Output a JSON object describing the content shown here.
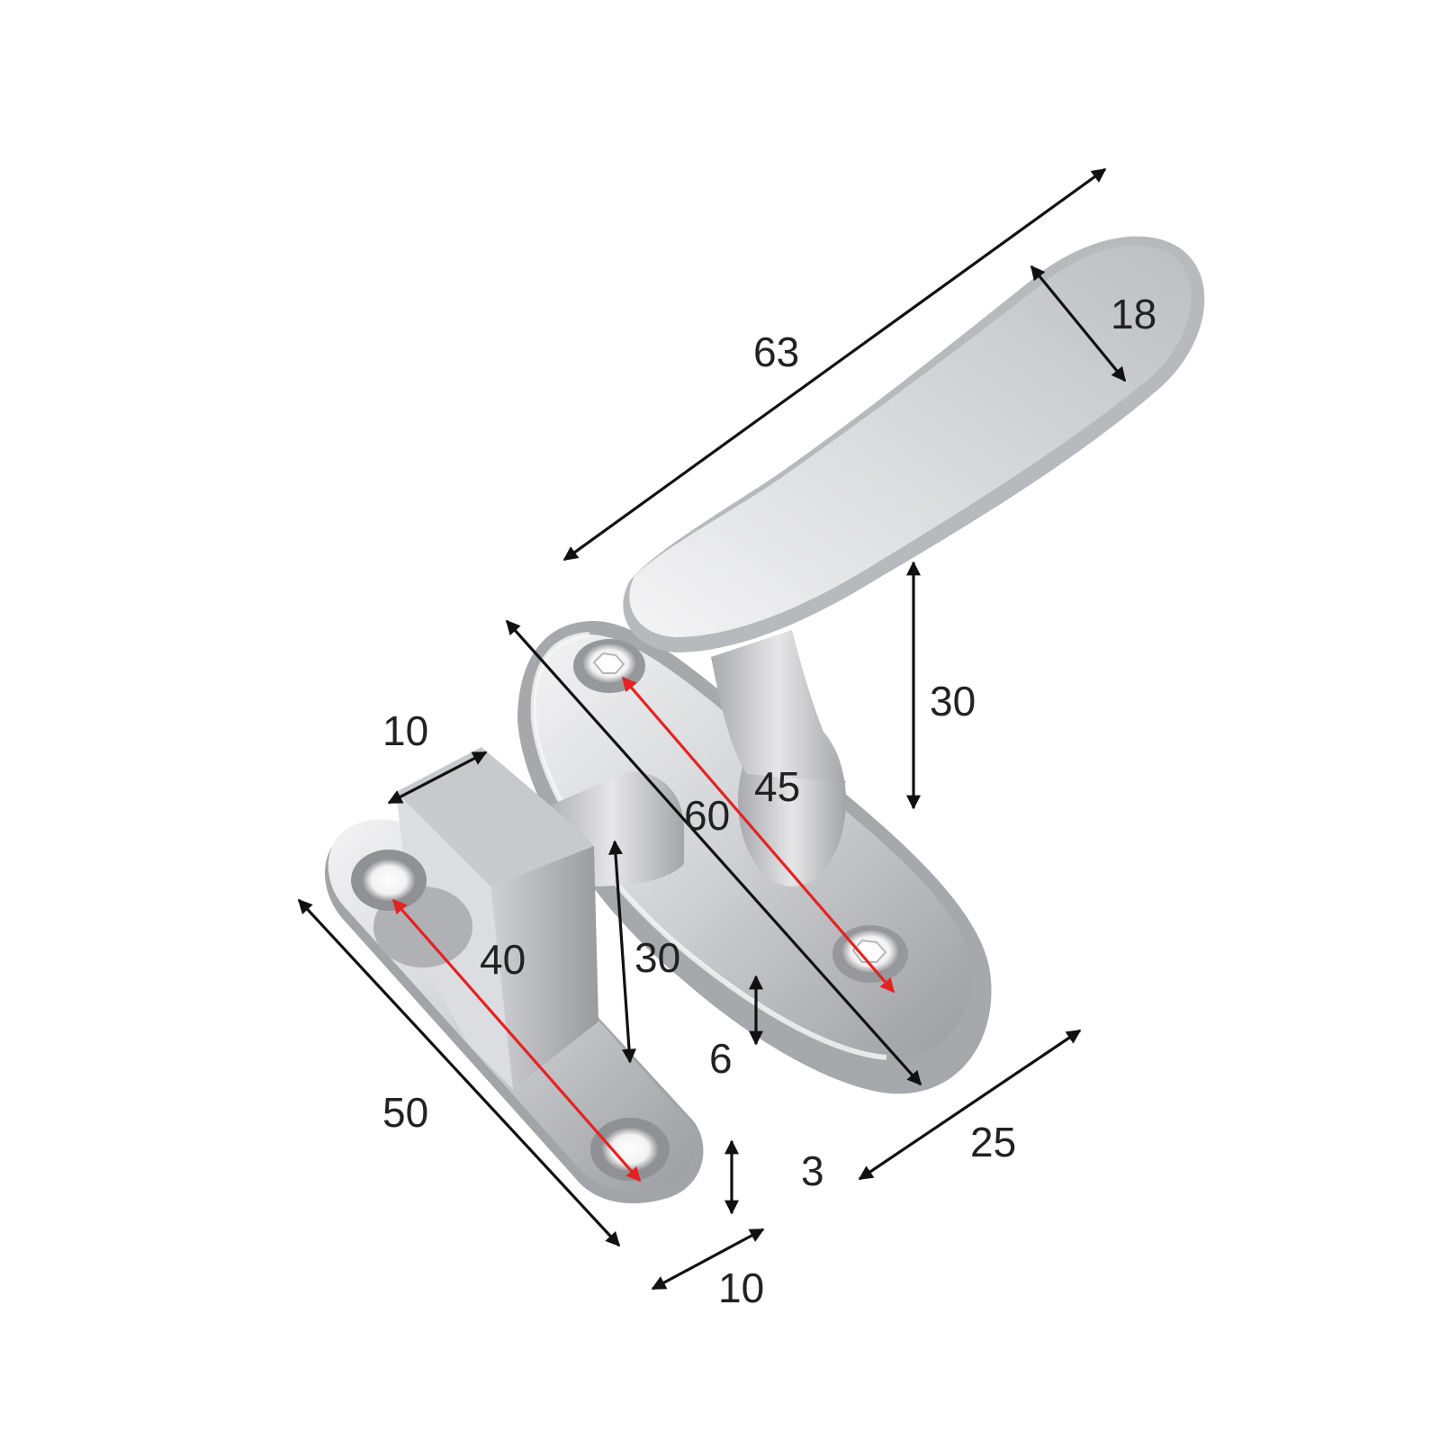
{
  "diagram": {
    "colors": {
      "background": "#ffffff",
      "dimension_line": "#111111",
      "hole_spacing_line": "#e52222",
      "metal_light": "#e8e8ea",
      "metal_mid": "#c9cacd",
      "metal_dark": "#8f9094"
    },
    "labels": {
      "handle_length": "63",
      "handle_tip_width": "18",
      "handle_height": "30",
      "base_hole_spacing": "45",
      "base_length": "60",
      "base_thickness": "6",
      "base_width": "25",
      "keeper_width_top": "10",
      "keeper_height": "30",
      "keeper_hole_spacing": "40",
      "keeper_length": "50",
      "keeper_plate_thickness": "3",
      "keeper_width_bottom": "10"
    }
  }
}
